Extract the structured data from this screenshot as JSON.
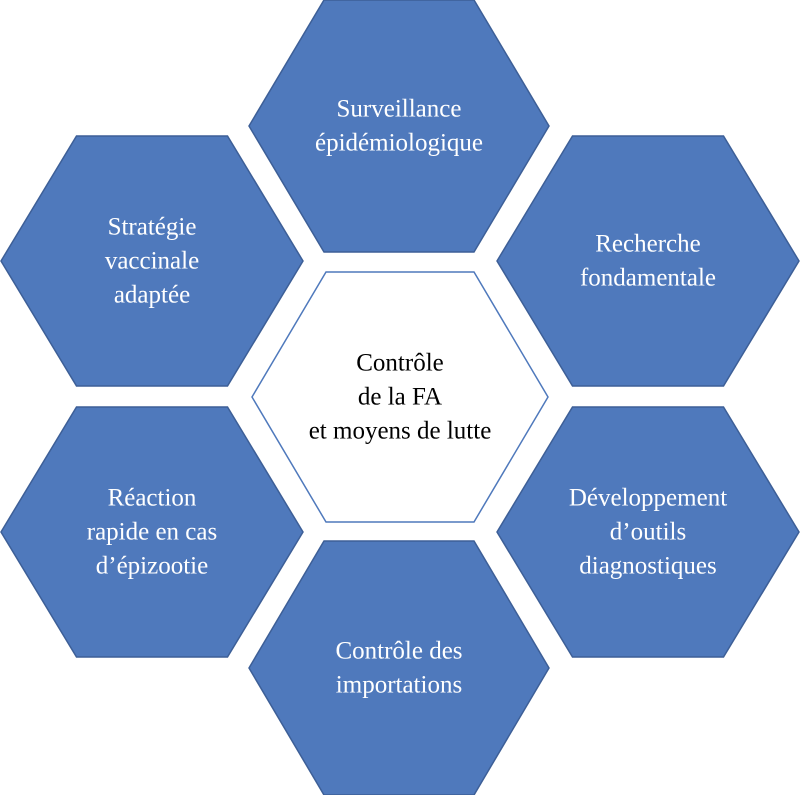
{
  "colors": {
    "hex_fill": "#4f79bc",
    "hex_stroke": "#3d5f97",
    "hex_text": "#ffffff",
    "center_fill": "#ffffff",
    "center_stroke": "#4f79bc",
    "center_text": "#000000"
  },
  "center": {
    "lines": [
      "Contrôle",
      "de la FA",
      "et moyens de lutte"
    ]
  },
  "hexagons": [
    {
      "id": "surveillance",
      "lines": [
        "Surveillance",
        "épidémiologique"
      ]
    },
    {
      "id": "recherche",
      "lines": [
        "Recherche",
        "fondamentale"
      ]
    },
    {
      "id": "developpement",
      "lines": [
        "Développement",
        "d’outils",
        "diagnostiques"
      ]
    },
    {
      "id": "importations",
      "lines": [
        "Contrôle des",
        "importations"
      ]
    },
    {
      "id": "reaction",
      "lines": [
        "Réaction",
        "rapide en cas",
        "d’épizootie"
      ]
    },
    {
      "id": "strategie",
      "lines": [
        "Stratégie",
        "vaccinale",
        "adaptée"
      ]
    }
  ]
}
